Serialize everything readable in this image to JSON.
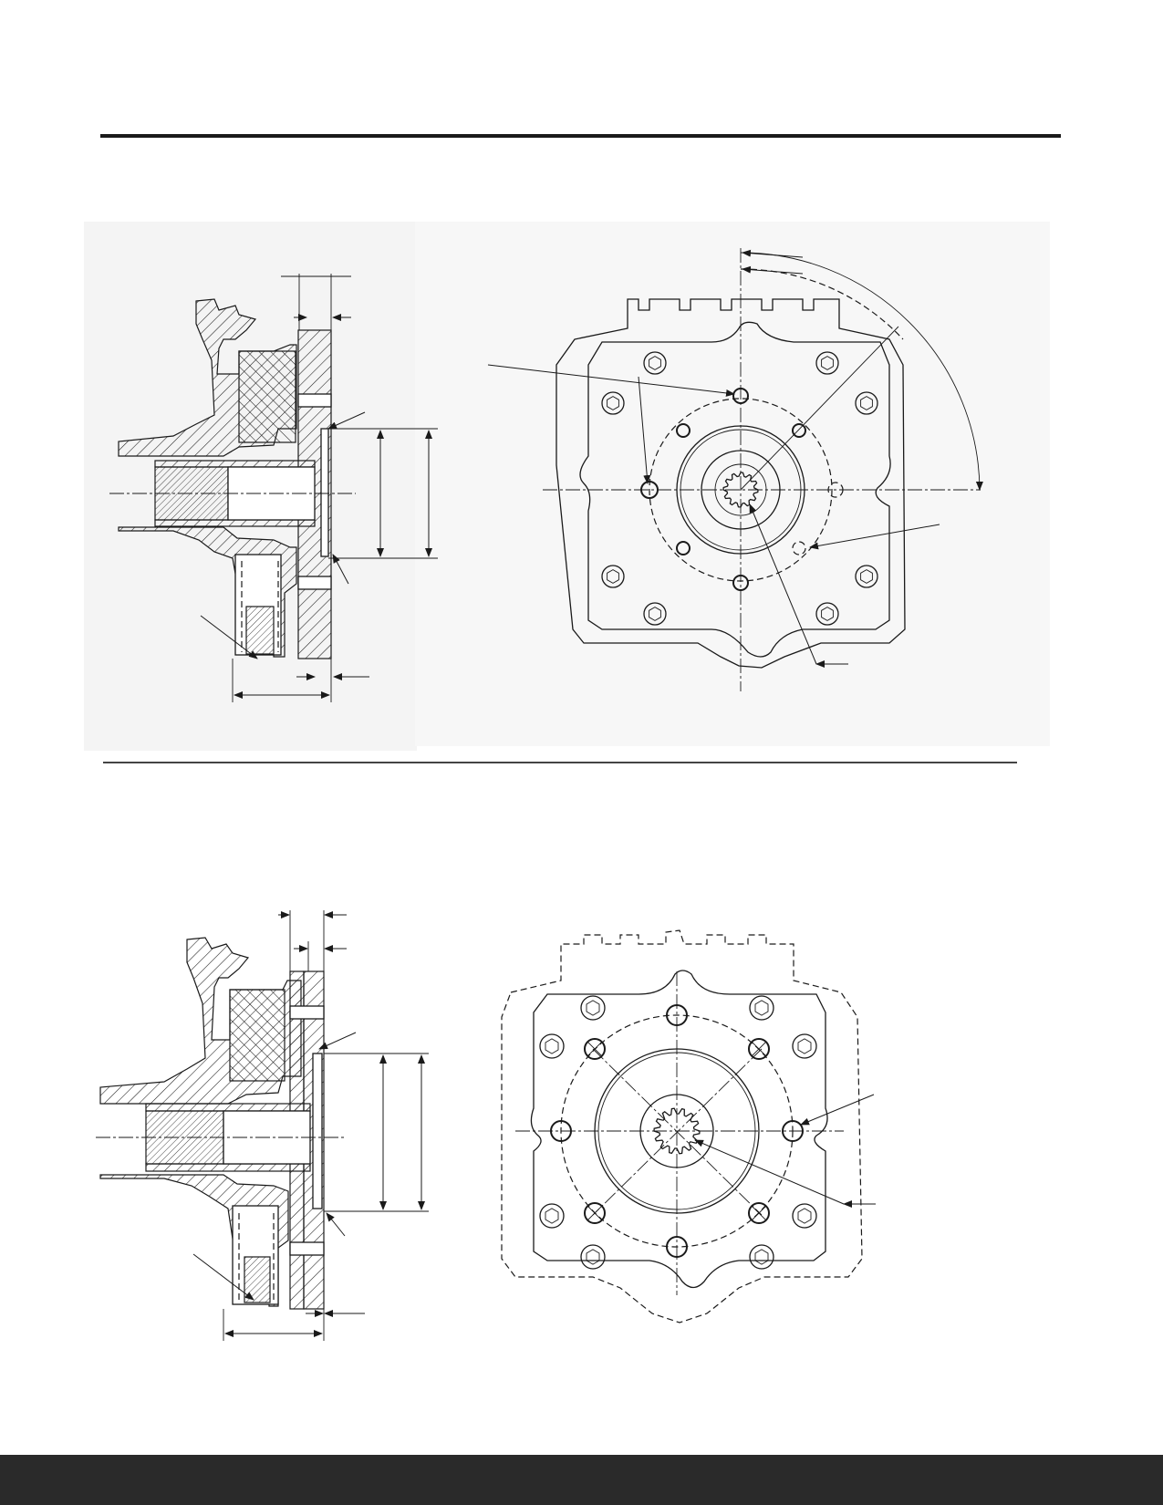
{
  "page": {
    "header_rule_color": "#1a1a1a",
    "footer_band_color": "#2a2a2a",
    "divider_color": "#444444"
  },
  "figures": [
    {
      "id": "upper-mounting-drawing",
      "views": [
        "section-view",
        "front-view"
      ]
    },
    {
      "id": "lower-mounting-drawing",
      "views": [
        "section-view",
        "front-view"
      ]
    }
  ]
}
